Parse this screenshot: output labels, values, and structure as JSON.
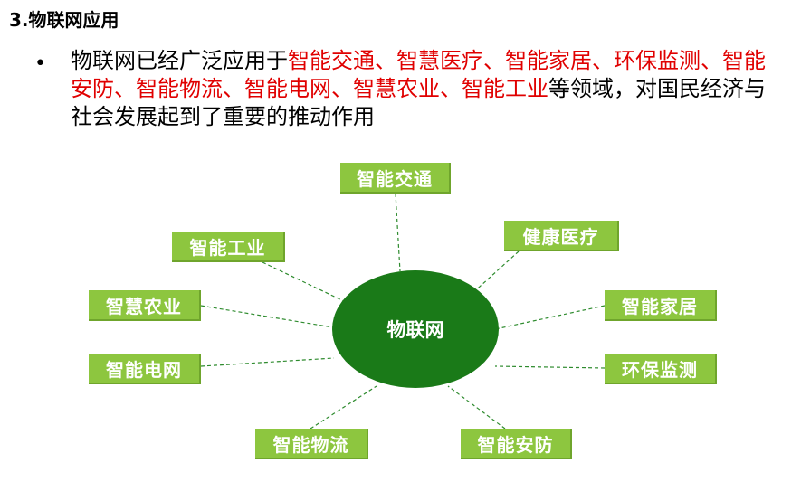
{
  "heading": "3.物联网应用",
  "bullet": "•",
  "paragraph": {
    "prefix": "物联网已经广泛应用于",
    "highlights": [
      "智能交通、",
      "智慧医疗、",
      "智能家居、",
      "环保监测、",
      "智能安防、",
      "智能物流、",
      "智能电网、",
      "智慧农业、",
      "智能工业"
    ],
    "suffix": "等领域，对国民经济与社会发展起到了重要的推动作用"
  },
  "diagram": {
    "center": "物联网",
    "nodes": [
      "智能交通",
      "健康医疗",
      "智能家居",
      "环保监测",
      "智能安防",
      "智能物流",
      "智能电网",
      "智慧农业",
      "智能工业"
    ]
  },
  "colors": {
    "highlight": "#e00000",
    "hub": "#1a7a18",
    "node": "#8dc63f",
    "link": "#2e8b2e"
  }
}
